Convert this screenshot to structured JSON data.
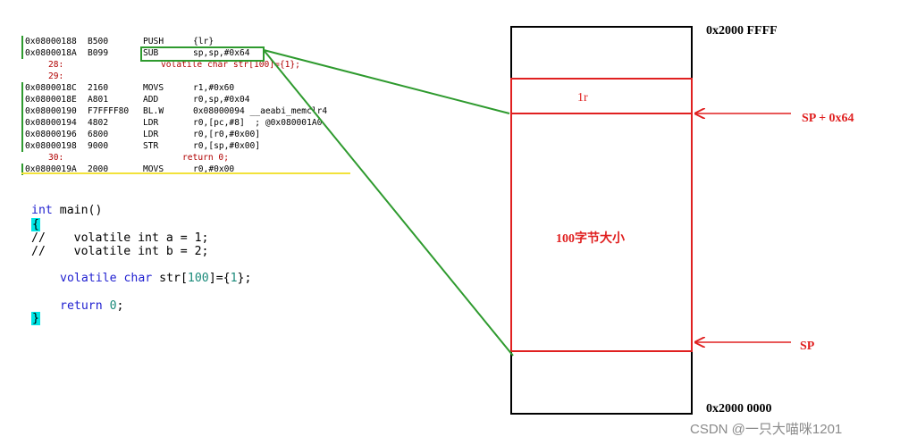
{
  "disassembly": [
    {
      "kind": "asm",
      "addr": "0x08000188",
      "hex": "B500",
      "mnemonic": "PUSH",
      "operands": "{lr}"
    },
    {
      "kind": "asm",
      "addr": "0x0800018A",
      "hex": "B099",
      "mnemonic": "SUB",
      "operands": "sp,sp,#0x64"
    },
    {
      "kind": "src",
      "lineno": "28:",
      "code": "volatile char str[100]={1};"
    },
    {
      "kind": "src",
      "lineno": "29:",
      "code": ""
    },
    {
      "kind": "asm",
      "addr": "0x0800018C",
      "hex": "2160",
      "mnemonic": "MOVS",
      "operands": "r1,#0x60"
    },
    {
      "kind": "asm",
      "addr": "0x0800018E",
      "hex": "A801",
      "mnemonic": "ADD",
      "operands": "r0,sp,#0x04"
    },
    {
      "kind": "asm",
      "addr": "0x08000190",
      "hex": "F7FFFF80",
      "mnemonic": "BL.W",
      "operands": "0x08000094 __aeabi_memclr4"
    },
    {
      "kind": "asm",
      "addr": "0x08000194",
      "hex": "4802",
      "mnemonic": "LDR",
      "operands": "r0,[pc,#8]  ; @0x080001A0"
    },
    {
      "kind": "asm",
      "addr": "0x08000196",
      "hex": "6800",
      "mnemonic": "LDR",
      "operands": "r0,[r0,#0x00]"
    },
    {
      "kind": "asm",
      "addr": "0x08000198",
      "hex": "9000",
      "mnemonic": "STR",
      "operands": "r0,[sp,#0x00]"
    },
    {
      "kind": "src",
      "lineno": "30:",
      "code": "return 0;"
    },
    {
      "kind": "asm",
      "addr": "0x0800019A",
      "hex": "2000",
      "mnemonic": "MOVS",
      "operands": "r0,#0x00"
    }
  ],
  "csource": {
    "l1_kw": "int",
    "l1_rest": " main()",
    "l2_brace": "{",
    "l3": "//    volatile int a = 1;",
    "l4": "//    volatile int b = 2;",
    "l5_kw": "volatile char",
    "l5_a": " str[",
    "l5_num": "100",
    "l5_b": "]={",
    "l5_num2": "1",
    "l5_c": "};",
    "l6_kw": "return",
    "l6_sp": " ",
    "l6_num": "0",
    "l6_end": ";",
    "l7_brace": "}"
  },
  "diagram": {
    "top_address": "0x2000  FFFF",
    "bottom_address": "0x2000  0000",
    "lr_label": "1r",
    "block_label": "100字节大小",
    "sp_plus_label": "SP  + 0x64",
    "sp_label": "SP"
  },
  "watermark": "CSDN @一只大喵咪1201",
  "colors": {
    "highlight_green": "#2e9a2e",
    "stack_red": "#e02020",
    "underline_yellow": "#f2e23a",
    "brace_cyan": "#00e6e6"
  }
}
